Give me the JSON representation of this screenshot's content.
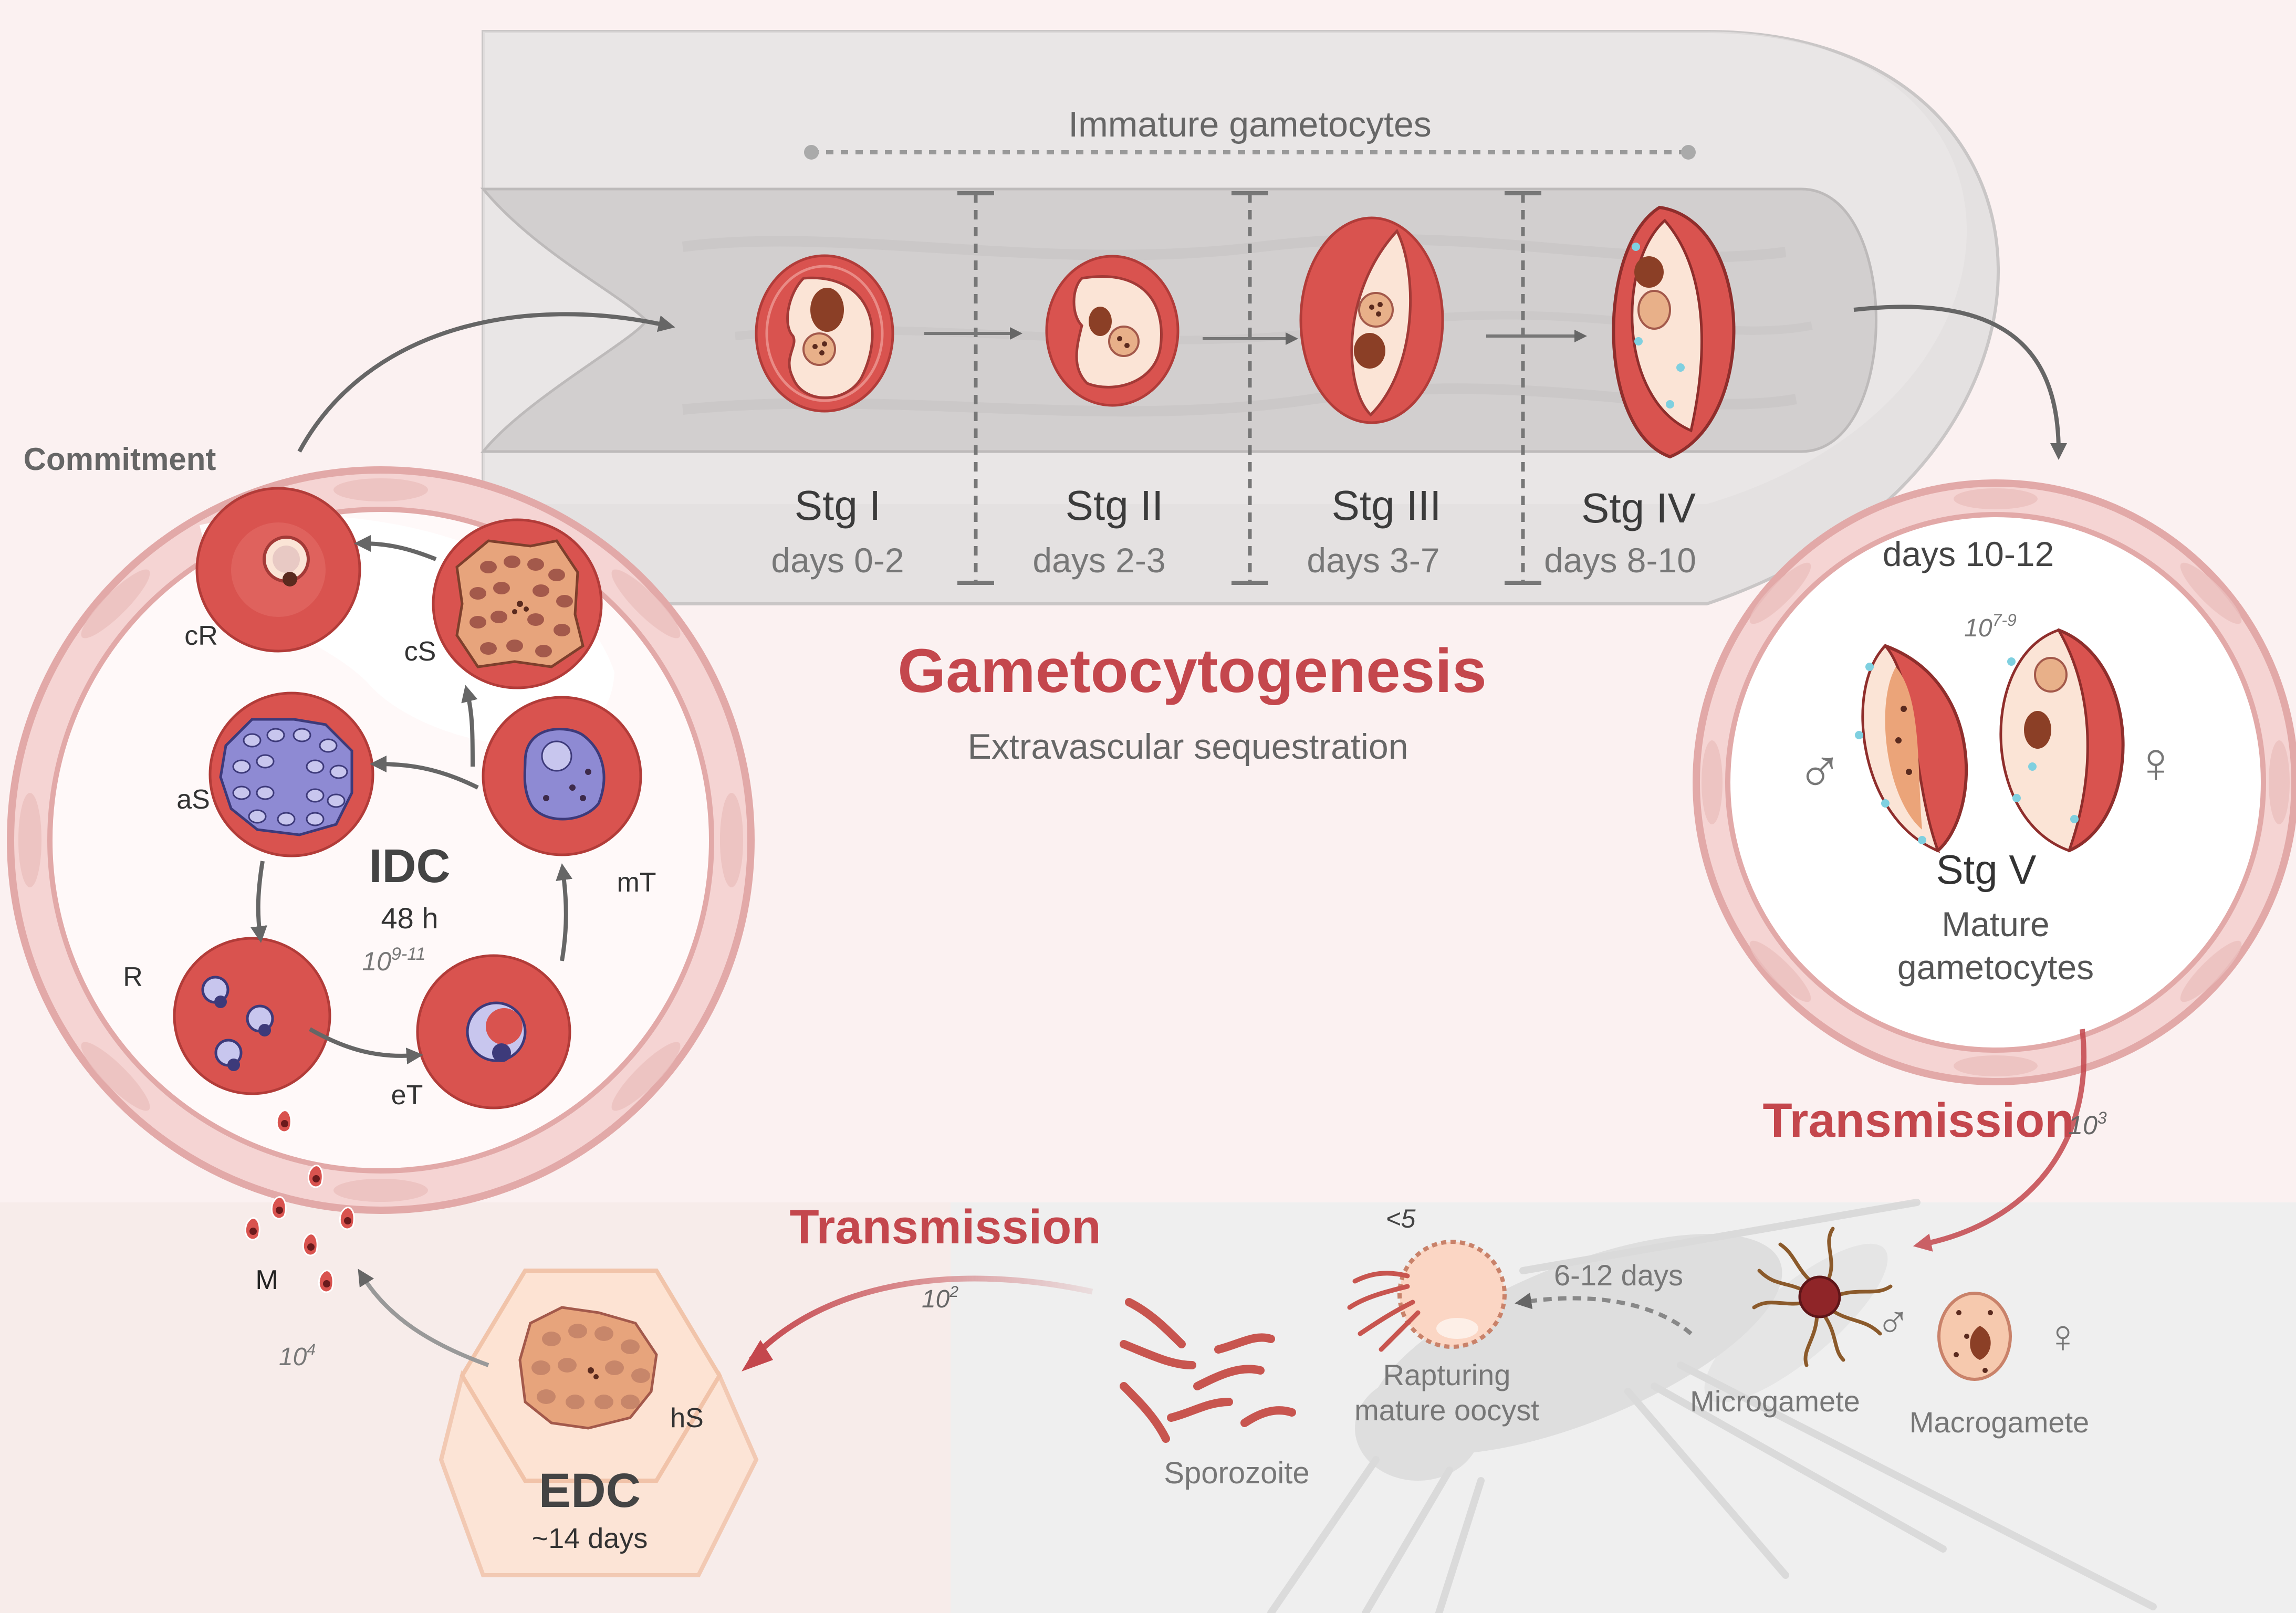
{
  "vessel": {
    "immature_label": "Immature gametocytes",
    "stages": [
      {
        "name": "Stg I",
        "days": "days 0-2"
      },
      {
        "name": "Stg II",
        "days": "days 2-3"
      },
      {
        "name": "Stg III",
        "days": "days 3-7"
      },
      {
        "name": "Stg IV",
        "days": "days 8-10"
      }
    ]
  },
  "center": {
    "title": "Gametocytogenesis",
    "subtitle": "Extravascular sequestration"
  },
  "idc": {
    "commitment_label": "Commitment",
    "title": "IDC",
    "duration": "48 h",
    "load_base": "10",
    "load_exp": "9-11",
    "cells": {
      "cR": "cR",
      "cS": "cS",
      "aS": "aS",
      "mT": "mT",
      "R": "R",
      "eT": "eT"
    }
  },
  "stage_v": {
    "days": "days 10-12",
    "load_base": "10",
    "load_exp": "7-9",
    "male_symbol": "♂",
    "female_symbol": "♀",
    "name": "Stg V",
    "desc_line1": "Mature",
    "desc_line2": "gametocytes"
  },
  "transmission_right": {
    "label": "Transmission",
    "load_base": "10",
    "load_exp": "3"
  },
  "transmission_left": {
    "label": "Transmission",
    "load_base": "10",
    "load_exp": "2"
  },
  "mosquito": {
    "oocyst_count": "<5",
    "oocyst_label_line1": "Rapturing",
    "oocyst_label_line2": "mature oocyst",
    "days": "6-12 days",
    "sporozoite": "Sporozoite",
    "microgamete": "Microgamete",
    "macrogamete": "Macrogamete",
    "male_symbol": "♂",
    "female_symbol": "♀"
  },
  "edc": {
    "hS": "hS",
    "title": "EDC",
    "duration": "~14 days",
    "merozoite": "M",
    "load_base": "10",
    "load_exp": "4"
  },
  "colors": {
    "accent_red": "#c4474d",
    "rbc_red": "#d9534f",
    "text_gray": "#555555"
  }
}
